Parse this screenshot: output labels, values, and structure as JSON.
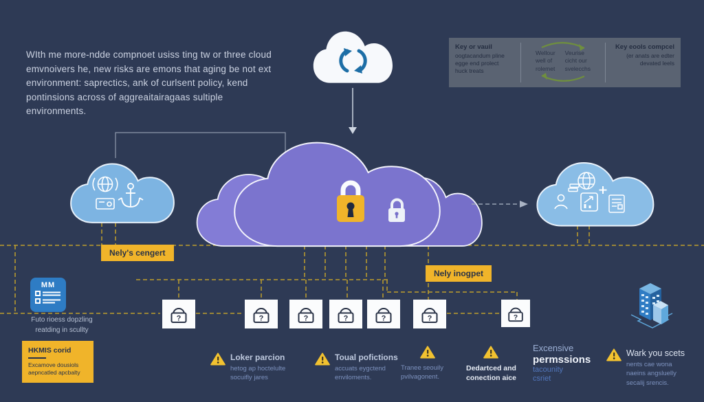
{
  "intro": {
    "lines": [
      "WIth me more-ndde compnoet usiss ting tw or three cloud",
      "emvnoivers he, new risks are emons that aging be not ext",
      "environment: saprectics, ank of curlsent policy, kend",
      "pontinsions across of aggreaitairagaas sultiple",
      "environments."
    ]
  },
  "key_panel": {
    "left": {
      "title": "Key or vauil",
      "lines": [
        "oogtacandum pline",
        "egge end prolect",
        "huck treats"
      ]
    },
    "center": {
      "left_lines": [
        "Wellour",
        "well of",
        "rolemet"
      ],
      "right_lines": [
        "Veurise",
        "cicht our",
        "svelecchs"
      ]
    },
    "right": {
      "title": "Key eools compcel",
      "lines": [
        "(er anats are edter",
        "devated leels"
      ]
    }
  },
  "tags": {
    "left": "Nely's cengert",
    "right": "Nely inogpet"
  },
  "locks": {
    "question": "?"
  },
  "mm_card": {
    "icon_text": "MM",
    "caption_lines": [
      "Futo rioess dopzling",
      "reatding in scullty"
    ]
  },
  "hkmis_card": {
    "title": "HKMIS corid",
    "lines": [
      "Excamove dousiols",
      "aepncatled apcbalty"
    ]
  },
  "warnings": [
    {
      "title": "Loker parcion",
      "lines": [
        "hetog ap hoctelulte",
        "socuifly jares"
      ]
    },
    {
      "title": "Toual pofictions",
      "lines": [
        "accuats eygctend",
        "enviloments."
      ]
    },
    {
      "lines": [
        "Tranee seouily",
        "pvilvagonent."
      ]
    },
    {
      "lines": [
        "Dedartced and",
        "conection aice"
      ]
    },
    {
      "lines": [
        "Excensive",
        "permssions",
        "tacounity",
        "csriet"
      ]
    },
    {
      "title": "Wark you scets",
      "lines": [
        "nents cae wona",
        "naeins angsluelly",
        "secalij srencis."
      ]
    }
  ],
  "colors": {
    "background": "#2e3a55",
    "cloud_purple": "#7b74ce",
    "cloud_blue": "#7db4e2",
    "accent_gold": "#f0b42a",
    "dashed_line": "#bfa02c",
    "panel_gray": "#5a6372",
    "warning_yellow": "#f2c230",
    "sync_blue": "#1d6ea6",
    "cycle_green": "#6f8f3e"
  }
}
